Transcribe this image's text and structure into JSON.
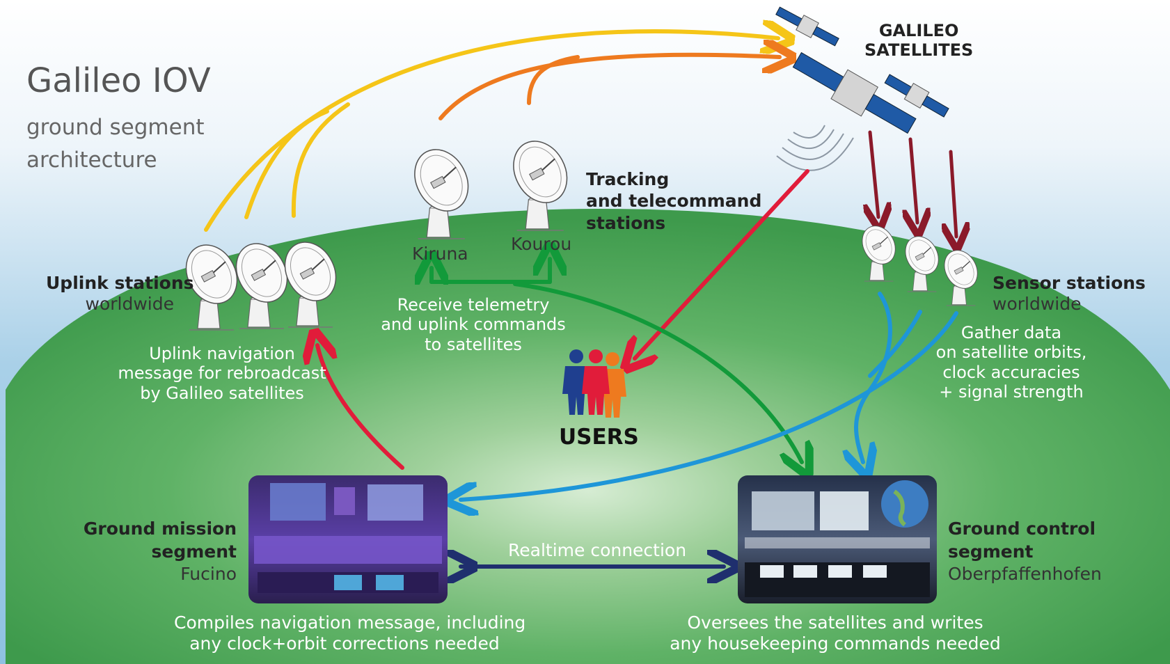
{
  "title": "Galileo IOV",
  "subtitle_line1": "ground segment",
  "subtitle_line2": "architecture",
  "satellites_label_line1": "GALILEO",
  "satellites_label_line2": "SATELLITES",
  "tracking_label_line1": "Tracking",
  "tracking_label_line2": "and telecommand",
  "tracking_label_line3": "stations",
  "kiruna_label": "Kiruna",
  "kourou_label": "Kourou",
  "uplink_label": "Uplink stations",
  "uplink_sub": "worldwide",
  "sensor_label": "Sensor stations",
  "sensor_sub": "worldwide",
  "uplink_desc_line1": "Uplink navigation",
  "uplink_desc_line2": "message for rebroadcast",
  "uplink_desc_line3": "by Galileo satellites",
  "tracking_desc_line1": "Receive telemetry",
  "tracking_desc_line2": "and uplink commands",
  "tracking_desc_line3": "to satellites",
  "sensor_desc_line1": "Gather data",
  "sensor_desc_line2": "on satellite orbits,",
  "sensor_desc_line3": "clock accuracies",
  "sensor_desc_line4": "+ signal strength",
  "users_label": "USERS",
  "gms_label_line1": "Ground mission",
  "gms_label_line2": "segment",
  "gms_location": "Fucino",
  "gcs_label_line1": "Ground control",
  "gcs_label_line2": "segment",
  "gcs_location": "Oberpfaffenhofen",
  "realtime_label": "Realtime connection",
  "gms_desc_line1": "Compiles navigation message, including",
  "gms_desc_line2": "any clock+orbit corrections needed",
  "gcs_desc_line1": "Oversees the satellites and writes",
  "gcs_desc_line2": "any housekeeping commands needed",
  "colors": {
    "uplink_arrow": "#f5c518",
    "telecommand_arrow": "#ee7a1f",
    "red_arrow": "#e11c3a",
    "sensor_arrow": "#8b1a2a",
    "green_arrow": "#129a3a",
    "blue_arrow": "#1e96d8",
    "realtime_arrow": "#1f2f6e",
    "earth_green": "#4fa55a",
    "sky_blue": "#9cc7e4"
  }
}
